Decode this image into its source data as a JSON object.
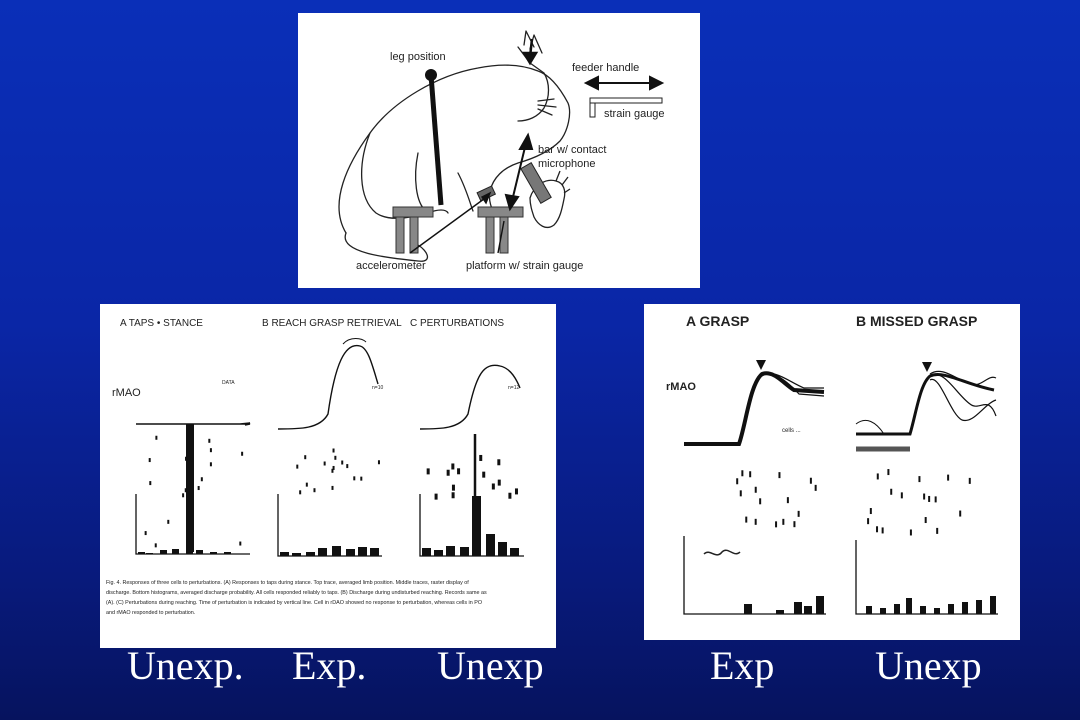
{
  "slide": {
    "bottom_labels": [
      "Unexp.",
      "Exp.",
      "Unexp",
      "Exp",
      "Unexp"
    ]
  },
  "top_figure": {
    "labels": {
      "leg_position": "leg position",
      "feeder_handle": "feeder handle",
      "strain_gauge": "strain gauge",
      "bar_line1": "bar w/ contact",
      "bar_line2": "microphone",
      "accelerometer": "accelerometer",
      "platform": "platform w/ strain gauge"
    }
  },
  "left_figure": {
    "headers": {
      "a": "A  TAPS • STANCE",
      "b": "B  REACH GRASP RETRIEVAL",
      "c": "C  PERTURBATIONS"
    },
    "cell_label": "rMAO",
    "caption_lines": [
      "Fig. 4. Responses of three cells to perturbations. (A) Responses to taps during stance. Top trace, averaged limb position. Middle traces, raster display of",
      "discharge. Bottom histograms, averaged discharge probability. All cells responded reliably to taps. (B) Discharge during undisturbed reaching. Records same as",
      "(A). (C) Perturbations during reaching. Time of perturbation is indicated by vertical line. Cell in rDAO showed no response to perturbation, whereas cells in PO",
      "and rMAO responded to perturbation."
    ]
  },
  "right_figure": {
    "headers": {
      "a": "A  GRASP",
      "b": "B  MISSED GRASP"
    },
    "cell_label": "rMAO"
  },
  "colors": {
    "background_top": "#0a2fb8",
    "background_bottom": "#06135e",
    "panel": "#ffffff",
    "ink": "#111111",
    "label_text": "#ffffff"
  }
}
